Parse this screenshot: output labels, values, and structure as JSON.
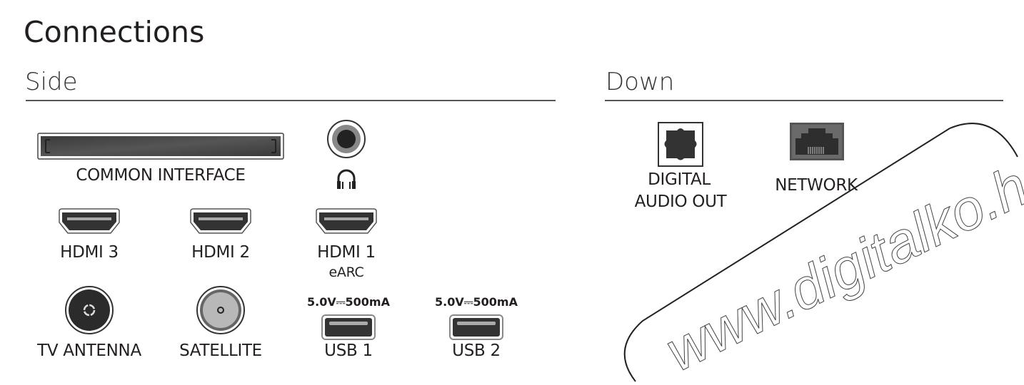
{
  "title": "Connections",
  "sections": {
    "side": {
      "heading": "Side",
      "ports": {
        "common_interface": "COMMON INTERFACE",
        "headphone": "headphone-icon",
        "hdmi3": "HDMI 3",
        "hdmi2": "HDMI 2",
        "hdmi1": "HDMI 1",
        "hdmi1_sub": "eARC",
        "tv_antenna": "TV ANTENNA",
        "satellite": "SATELLITE",
        "usb1": "USB 1",
        "usb1_power": "5.0V⎓500mA",
        "usb2": "USB 2",
        "usb2_power": "5.0V⎓500mA"
      }
    },
    "down": {
      "heading": "Down",
      "ports": {
        "digital_audio_line1": "DIGITAL",
        "digital_audio_line2": "AUDIO OUT",
        "network": "NETWORK"
      }
    }
  },
  "watermark": "www.digitalko.hu"
}
